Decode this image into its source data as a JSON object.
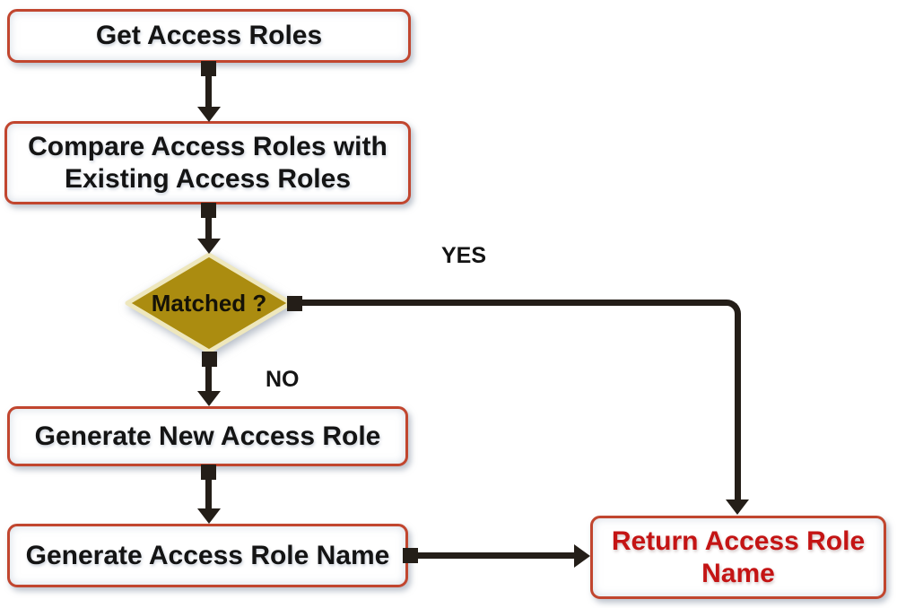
{
  "diagram": {
    "type": "flowchart",
    "nodes": [
      {
        "id": "get-access-roles",
        "shape": "rounded-rect",
        "label": "Get Access Roles"
      },
      {
        "id": "compare-access-roles",
        "shape": "rounded-rect",
        "label": "Compare Access Roles with Existing Access Roles"
      },
      {
        "id": "matched-decision",
        "shape": "diamond",
        "label": "Matched ?"
      },
      {
        "id": "generate-new-access-role",
        "shape": "rounded-rect",
        "label": "Generate New Access Role"
      },
      {
        "id": "generate-access-role-name",
        "shape": "rounded-rect",
        "label": "Generate Access Role Name"
      },
      {
        "id": "return-access-role-name",
        "shape": "rounded-rect",
        "label": "Return Access Role Name"
      }
    ],
    "edges": [
      {
        "from": "get-access-roles",
        "to": "compare-access-roles",
        "label": ""
      },
      {
        "from": "compare-access-roles",
        "to": "matched-decision",
        "label": ""
      },
      {
        "from": "matched-decision",
        "to": "return-access-role-name",
        "label": "YES"
      },
      {
        "from": "matched-decision",
        "to": "generate-new-access-role",
        "label": "NO"
      },
      {
        "from": "generate-new-access-role",
        "to": "generate-access-role-name",
        "label": ""
      },
      {
        "from": "generate-access-role-name",
        "to": "return-access-role-name",
        "label": ""
      }
    ],
    "colors": {
      "background": "#ffffff",
      "box_border": "#c1462f",
      "box_fill": "#ffffff",
      "diamond_fill": "#ab8c10",
      "diamond_outline": "#eee7bd",
      "arrow": "#241e18",
      "node_text": "#141414",
      "return_text": "#c41414"
    }
  }
}
